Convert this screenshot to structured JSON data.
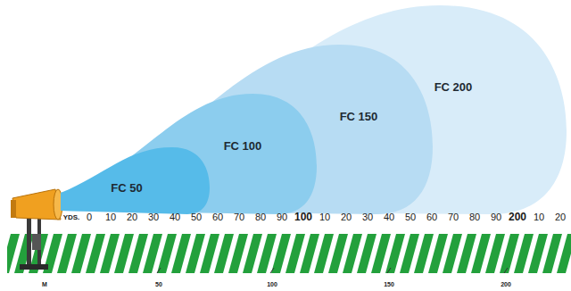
{
  "diagram": {
    "nodes": [
      {
        "text": [
          "FC 200"
        ]
      },
      {
        "text": [
          "FC 150"
        ],
        "in": 0
      },
      {
        "text": [
          "FC 100"
        ],
        "in": 1
      },
      {
        "text": [
          "FC 50"
        ],
        "in": 2
      }
    ],
    "labels": [
      "YDS.",
      "0",
      "10",
      "20",
      "30",
      "40",
      "50",
      "60",
      "70",
      "80",
      "90",
      "100",
      "10",
      "20",
      "30",
      "40",
      "50",
      "60",
      "70",
      "80",
      "90",
      "200",
      "10",
      "20",
      "M",
      "50",
      "100",
      "150",
      "200"
    ]
  }
}
